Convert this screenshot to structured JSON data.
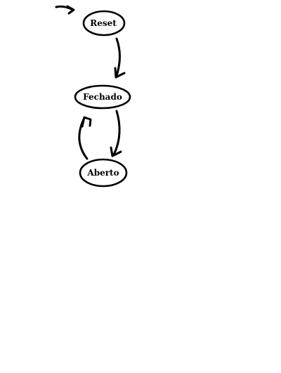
{
  "diagram": {
    "stroke_color": "#000000",
    "background": "#ffffff",
    "states": [
      {
        "id": "reset",
        "label": "Reset"
      },
      {
        "id": "fechado",
        "label": "Fechado"
      },
      {
        "id": "aberto",
        "label": "Aberto"
      }
    ],
    "transitions": [
      {
        "from": "",
        "to": "reset",
        "kind": "initial"
      },
      {
        "from": "reset",
        "to": "fechado"
      },
      {
        "from": "fechado",
        "to": "aberto"
      },
      {
        "from": "aberto",
        "to": "fechado"
      }
    ]
  }
}
